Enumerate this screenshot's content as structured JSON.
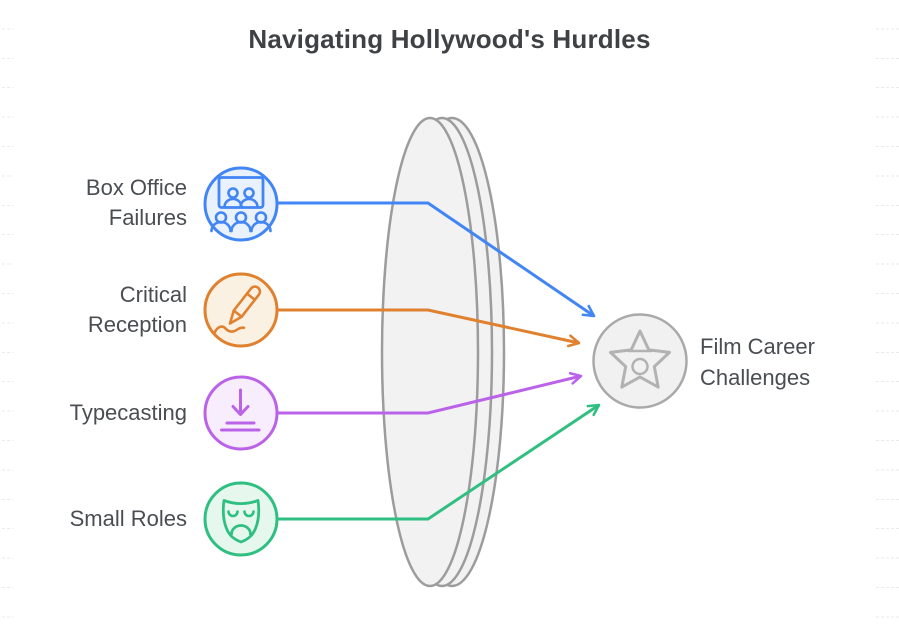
{
  "title": "Navigating Hollywood's Hurdles",
  "items": [
    {
      "label": "Box Office Failures",
      "icon": "audience-screen-icon",
      "color": "#4285f4",
      "fill": "#e9f1fd"
    },
    {
      "label": "Critical Reception",
      "icon": "pen-signature-icon",
      "color": "#e0812f",
      "fill": "#fbf1e3"
    },
    {
      "label": "Typecasting",
      "icon": "download-arrow-icon",
      "color": "#bb63e8",
      "fill": "#f8edfc"
    },
    {
      "label": "Small Roles",
      "icon": "sad-theater-mask-icon",
      "color": "#2fbf80",
      "fill": "#e6f8ee"
    }
  ],
  "funnel": {
    "shape": "lens-disc",
    "stroke": "#9c9c9c",
    "fill": "#f2f2f3"
  },
  "result": {
    "label": "Film Career Challenges",
    "icon": "star-of-fame-icon",
    "stroke": "#a9a9a9",
    "fill": "#f1f1f2"
  }
}
